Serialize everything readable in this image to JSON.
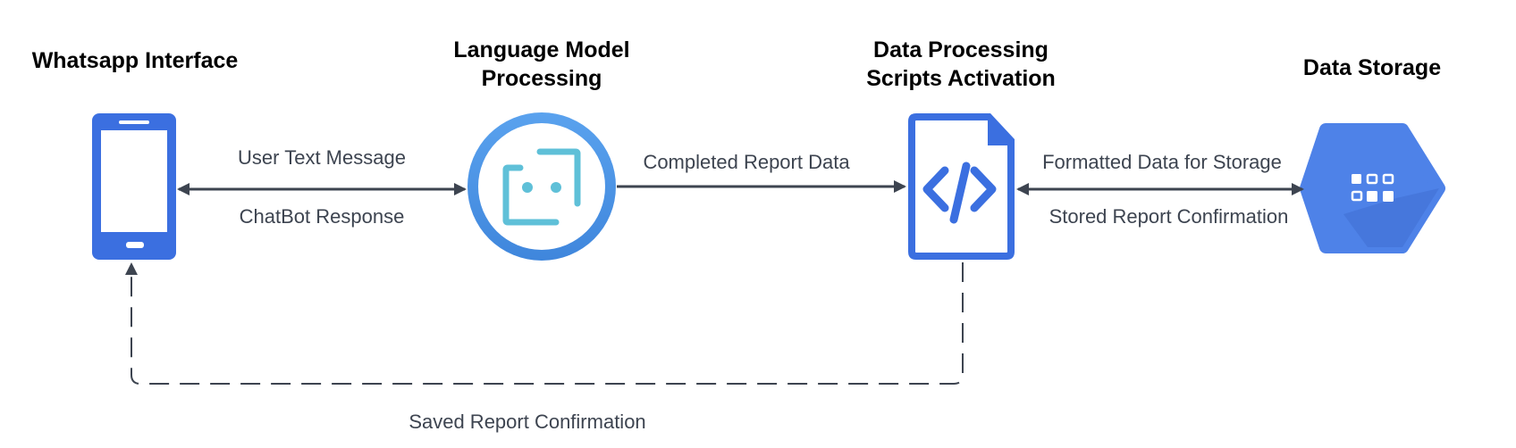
{
  "nodes": {
    "whatsapp": {
      "title": "Whatsapp Interface",
      "icon": "smartphone-icon"
    },
    "llm": {
      "title_line1": "Language Model",
      "title_line2": "Processing",
      "icon": "chatbot-icon"
    },
    "scripts": {
      "title_line1": "Data Processing",
      "title_line2": "Scripts Activation",
      "icon": "code-file-icon"
    },
    "storage": {
      "title": "Data Storage",
      "icon": "storage-hexagon-icon"
    }
  },
  "edges": {
    "user_text": "User Text Message",
    "chatbot_response": "ChatBot Response",
    "completed_report": "Completed Report Data",
    "formatted_data": "Formatted Data for Storage",
    "stored_confirmation": "Stored Report Confirmation",
    "saved_confirmation": "Saved Report Confirmation"
  },
  "colors": {
    "primary_blue": "#3b6fe0",
    "circle_blue": "#4a90e2",
    "teal": "#5fc0d8",
    "hex_blue": "#4e82e8",
    "hex_shadow": "#3f6fd1",
    "arrow": "#3d4450"
  }
}
